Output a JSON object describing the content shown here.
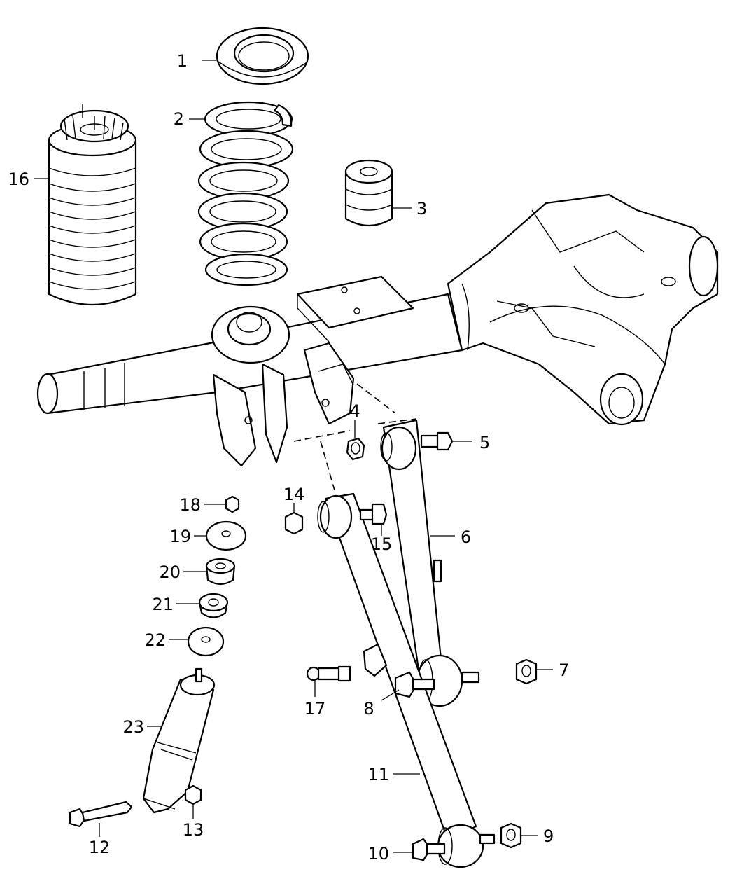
{
  "diagram": {
    "callouts": [
      {
        "id": "c1",
        "text": "1"
      },
      {
        "id": "c2",
        "text": "2"
      },
      {
        "id": "c3",
        "text": "3"
      },
      {
        "id": "c4",
        "text": "4"
      },
      {
        "id": "c5",
        "text": "5"
      },
      {
        "id": "c6",
        "text": "6"
      },
      {
        "id": "c7",
        "text": "7"
      },
      {
        "id": "c8",
        "text": "8"
      },
      {
        "id": "c9",
        "text": "9"
      },
      {
        "id": "c10",
        "text": "10"
      },
      {
        "id": "c11",
        "text": "11"
      },
      {
        "id": "c12",
        "text": "12"
      },
      {
        "id": "c13",
        "text": "13"
      },
      {
        "id": "c14",
        "text": "14"
      },
      {
        "id": "c15",
        "text": "15"
      },
      {
        "id": "c16",
        "text": "16"
      },
      {
        "id": "c17",
        "text": "17"
      },
      {
        "id": "c18",
        "text": "18"
      },
      {
        "id": "c19",
        "text": "19"
      },
      {
        "id": "c20",
        "text": "20"
      },
      {
        "id": "c21",
        "text": "21"
      },
      {
        "id": "c22",
        "text": "22"
      },
      {
        "id": "c23",
        "text": "23"
      }
    ],
    "colors": {
      "line": "#000000",
      "background": "#ffffff"
    }
  }
}
